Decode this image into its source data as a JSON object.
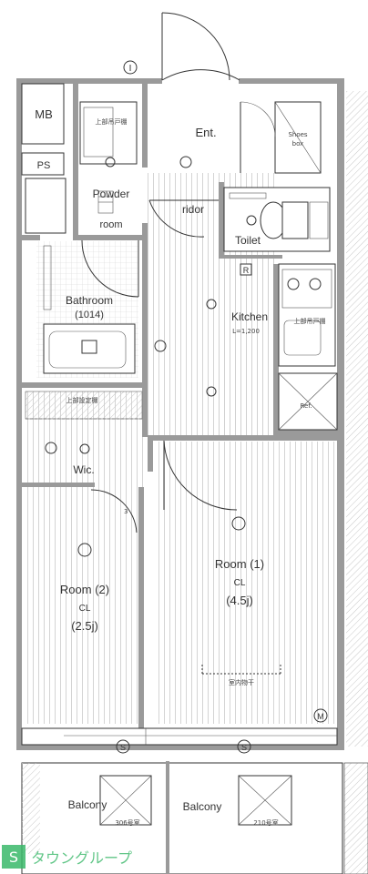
{
  "labels": {
    "grid_mark": "I",
    "mb": "MB",
    "ps": "PS",
    "ent": "Ent.",
    "shoes_box_1": "Shoes",
    "shoes_box_2": "box",
    "toilet": "Toilet",
    "powder_1": "Powder",
    "powder_2": "room",
    "corridor": "ridor",
    "bathroom": "Bathroom",
    "bathroom_size": "(1014)",
    "kitchen": "Kitchen",
    "kitchen_size": "L=1,200",
    "refrigerator": "Ref.",
    "wic": "Wic.",
    "room1_name": "Room (1)",
    "room1_flooring": "CL",
    "room1_size": "(4.5j)",
    "room2_name": "Room (2)",
    "room2_flooring": "CL",
    "room2_size": "(2.5j)",
    "upper_shelf": "上部設定棚",
    "upper_cabinet_1": "上部吊戸棚",
    "upper_cabinet_2": "上部吊戸棚",
    "indoor_dryer": "室内物干",
    "balcony_left": "Balcony",
    "balcony_right": "Balcony",
    "unit_left": "306号室",
    "unit_right": "210号室",
    "marker_r": "R",
    "marker_s_left": "S",
    "marker_s_right": "S",
    "marker_m": "M",
    "marker_3": "3",
    "watermark": "タウングループ"
  },
  "colors": {
    "wall": "#9a9a9a",
    "line": "#333333",
    "text": "#333333",
    "watermark_green": "#3ab86a"
  },
  "icons": [
    "room-light-icon",
    "door-swing-icon",
    "sink-icon",
    "toilet-icon",
    "bathtub-icon",
    "stove-icon",
    "washer-icon"
  ]
}
